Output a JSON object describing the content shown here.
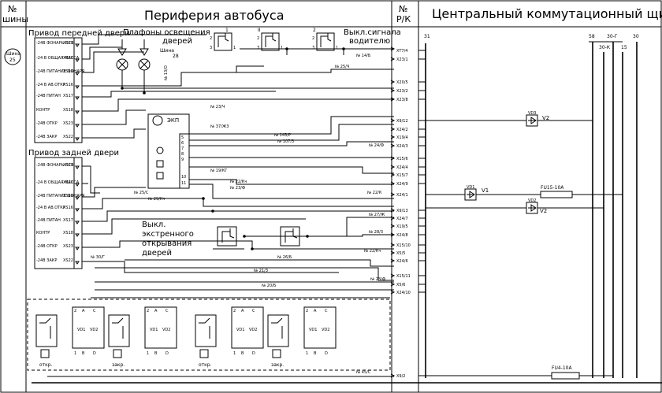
{
  "header": {
    "bus_no_line1": "№",
    "bus_no_line2": "шины",
    "periphery_title": "Периферия автобуса",
    "rk_line1": "№",
    "rk_line2": "Р/К",
    "central_title": "Центральный коммутационный щит"
  },
  "bus_labels": {
    "left_bus_line1": "Шина",
    "left_bus_line2": "25",
    "bus28_line1": "Шина",
    "bus28_line2": "28",
    "bus28_wire": "№ 13/О"
  },
  "front_door": {
    "title": "Привод передней двери",
    "rows": [
      {
        "label": "-24В ФОНАРЬ ОСВ.",
        "pin": "XS21"
      },
      {
        "label": "-24 В ОБЩАЯ МАССА",
        "pin": "XS20"
      },
      {
        "label": "-24В ПИТАНИЕ ФОНАРЯ",
        "pin": "XS19"
      },
      {
        "label": "-24 В АВ.ОТКР",
        "pin": "XS16"
      },
      {
        "label": "-24В ПИТАН",
        "pin": "XS17"
      },
      {
        "label": "КОНТР",
        "pin": "XS18"
      },
      {
        "label": "-24В ОТКР",
        "pin": "XS23"
      },
      {
        "label": "-24В ЗАКР",
        "pin": "XS22"
      }
    ]
  },
  "rear_door": {
    "title": "Привод задней двери",
    "rows": [
      {
        "label": "-24В ФОНАРЬ ОСВ.",
        "pin": "XS21"
      },
      {
        "label": "-24 В ОБЩАЯ МАССА",
        "pin": "XS20"
      },
      {
        "label": "-24В ПИТАНИЕ ФОНАРЯ",
        "pin": "XS19"
      },
      {
        "label": "-24 В АВ.ОТКР",
        "pin": "XS16"
      },
      {
        "label": "-24В ПИТАН",
        "pin": "XS17"
      },
      {
        "label": "КОНТР",
        "pin": "XS18"
      },
      {
        "label": "-24В ОТКР",
        "pin": "XS23"
      },
      {
        "label": "-24В ЗАКР",
        "pin": "XS22"
      }
    ]
  },
  "lamps_label_line1": "Плафоны освещения",
  "lamps_label_line2": "дверей",
  "switches": {
    "s1_label": "1",
    "s2_label": "II",
    "s3_label": "2",
    "driver_label_line1": "Выкл.сигнала",
    "driver_label_line2": "водителю",
    "pin1": "1",
    "pin2": "2",
    "pin3": "3"
  },
  "ekp": {
    "label": "ЭКП",
    "pins": [
      "5",
      "6",
      "7",
      "8",
      "9",
      "10",
      "11"
    ]
  },
  "emergency": {
    "line1": "Выкл.",
    "line2": "экстренного",
    "line3": "открывания",
    "line4": "дверей"
  },
  "wires": [
    "№ 14/Б",
    "№ 25/Ч",
    "№ 23/Ч",
    "№ 37/Ж3",
    "№ 143/Р",
    "№ 107/3",
    "№ 24/Ф",
    "№ 19/КГ",
    "№ 22/Кч",
    "№ 23/Ф",
    "№ 25/С",
    "№ 29/Кч",
    "№ 22/К",
    "№ 27/Ж",
    "№ 28/3",
    "№ 22/Кч",
    "№ 26/Б",
    "№ 30/Г",
    "№ 21/3",
    "№ 20/Б",
    "№ 23/Ф",
    "№ 45/С"
  ],
  "connectors": [
    "XT7/4",
    "X23/1",
    "X20/5",
    "X23/2",
    "X23/8",
    "X9/12",
    "X24/2",
    "X19/4",
    "X24/3",
    "X15/6",
    "X24/4",
    "X15/7",
    "X24/9",
    "X24/1",
    "X9/13",
    "X24/7",
    "X19/5",
    "X24/8",
    "X15/10",
    "X5/5",
    "X24/6",
    "X15/11",
    "X5/6",
    "X24/10",
    "X9/2"
  ],
  "central": {
    "bus31": "31",
    "bus58": "58",
    "bus30g": "30-Г",
    "bus30": "30",
    "bus30k": "30-К",
    "bus15": "15",
    "vd3": "VD3",
    "v2a": "V2",
    "vd1": "VD1",
    "v1": "V1",
    "vd2": "VD2",
    "v2b": "V2",
    "fuse1": "FU15-10А",
    "fuse2": "FU4-10А"
  },
  "valves": {
    "pin2": "2",
    "pinA": "A",
    "pinC": "C",
    "pin1": "1",
    "pinB": "B",
    "pinD": "D",
    "vd1": "VD1",
    "vd2": "VD2",
    "open_label": "откр.",
    "close_label": "закр."
  }
}
